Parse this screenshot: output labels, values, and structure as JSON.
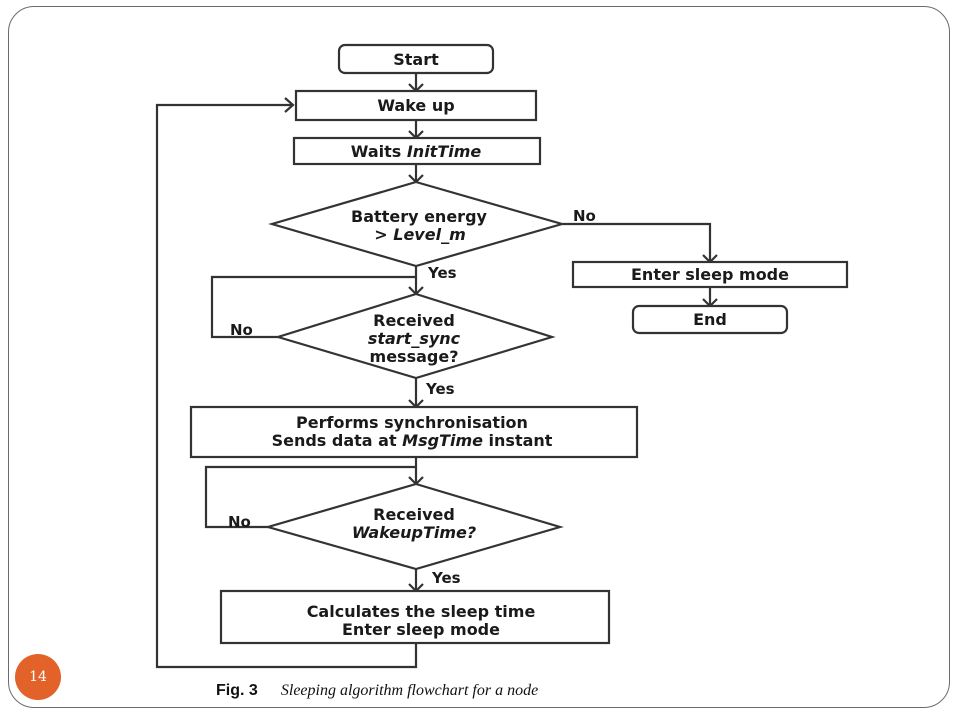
{
  "slide": {
    "page_number": "14",
    "caption_fig": "Fig. 3",
    "caption_text": "Sleeping algorithm flowchart for a node"
  },
  "flowchart": {
    "start": "Start",
    "wake_up": "Wake up",
    "waits_prefix": "Waits ",
    "waits_italic": "InitTime",
    "battery_line1": "Battery energy",
    "battery_prefix": "> ",
    "battery_italic": "Level_m",
    "enter_sleep": "Enter sleep mode",
    "end": "End",
    "received_line1": "Received",
    "received_italic": "start_sync",
    "received_line3": "message?",
    "performs_line1": "Performs synchronisation",
    "performs_prefix": "Sends data at ",
    "performs_italic": "MsgTime",
    "performs_suffix": " instant",
    "received2_line1": "Received",
    "received2_italic": "WakeupTime?",
    "calc_line1": "Calculates the sleep time",
    "calc_line2": "Enter sleep mode",
    "yes": "Yes",
    "no": "No"
  }
}
